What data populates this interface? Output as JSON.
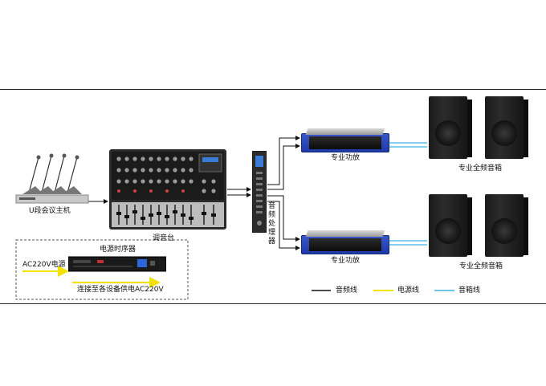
{
  "labels": {
    "conference_host": "U段会议主机",
    "mixer": "调音台",
    "processor": "音频处理器",
    "amp_top": "专业功放",
    "amp_bottom": "专业功放",
    "speakers_top": "专业全频音箱",
    "speakers_bottom": "专业全频音箱",
    "sequencer": "电源时序器",
    "ac_power": "AC220V电源",
    "supply_note": "连接至各设备供电AC220V"
  },
  "legend": [
    {
      "label": "音频线",
      "color": "#111111"
    },
    {
      "label": "电源线",
      "color": "#f2e200"
    },
    {
      "label": "音箱线",
      "color": "#3ab0e6"
    }
  ],
  "colors": {
    "audio_line": "#111111",
    "power_line": "#f2e200",
    "speaker_line": "#3ab0e6",
    "amp_blue": "#2544b8",
    "dashed_box": "#555555"
  }
}
